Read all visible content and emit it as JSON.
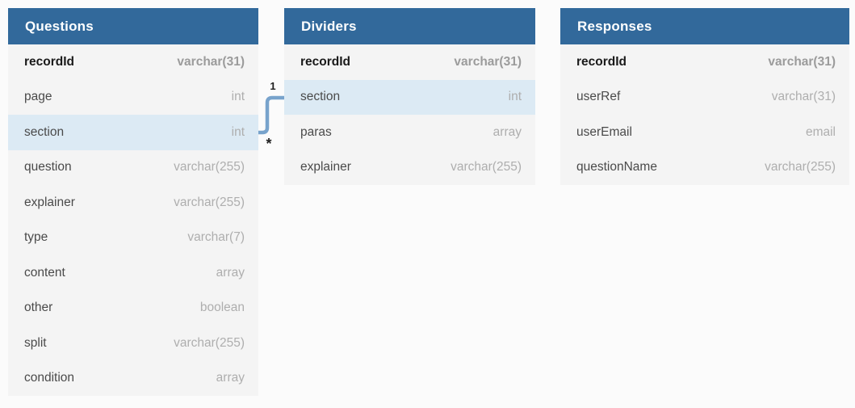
{
  "colors": {
    "page_bg": "#fbfbfb",
    "header_bg": "#32699b",
    "header_text": "#ffffff",
    "row_bg": "#f4f4f4",
    "row_highlight_bg": "#dceaf4",
    "field_text": "#4a4a4a",
    "type_text": "#aeaeae",
    "pk_field_text": "#1a1a1a",
    "pk_type_text": "#9b9b9b",
    "connector": "#78a3cc"
  },
  "tables": [
    {
      "title": "Questions",
      "fields": [
        {
          "name": "recordId",
          "type": "varchar(31)",
          "pk": true,
          "highlight": false
        },
        {
          "name": "page",
          "type": "int",
          "pk": false,
          "highlight": false
        },
        {
          "name": "section",
          "type": "int",
          "pk": false,
          "highlight": true
        },
        {
          "name": "question",
          "type": "varchar(255)",
          "pk": false,
          "highlight": false
        },
        {
          "name": "explainer",
          "type": "varchar(255)",
          "pk": false,
          "highlight": false
        },
        {
          "name": "type",
          "type": "varchar(7)",
          "pk": false,
          "highlight": false
        },
        {
          "name": "content",
          "type": "array",
          "pk": false,
          "highlight": false
        },
        {
          "name": "other",
          "type": "boolean",
          "pk": false,
          "highlight": false
        },
        {
          "name": "split",
          "type": "varchar(255)",
          "pk": false,
          "highlight": false
        },
        {
          "name": "condition",
          "type": "array",
          "pk": false,
          "highlight": false
        }
      ]
    },
    {
      "title": "Dividers",
      "fields": [
        {
          "name": "recordId",
          "type": "varchar(31)",
          "pk": true,
          "highlight": false
        },
        {
          "name": "section",
          "type": "int",
          "pk": false,
          "highlight": true
        },
        {
          "name": "paras",
          "type": "array",
          "pk": false,
          "highlight": false
        },
        {
          "name": "explainer",
          "type": "varchar(255)",
          "pk": false,
          "highlight": false
        }
      ]
    },
    {
      "title": "Responses",
      "fields": [
        {
          "name": "recordId",
          "type": "varchar(31)",
          "pk": true,
          "highlight": false
        },
        {
          "name": "userRef",
          "type": "varchar(31)",
          "pk": false,
          "highlight": false
        },
        {
          "name": "userEmail",
          "type": "email",
          "pk": false,
          "highlight": false
        },
        {
          "name": "questionName",
          "type": "varchar(255)",
          "pk": false,
          "highlight": false
        }
      ]
    }
  ],
  "relationship": {
    "from": "Questions.section",
    "to": "Dividers.section",
    "one_label": "1",
    "many_label": "*"
  }
}
